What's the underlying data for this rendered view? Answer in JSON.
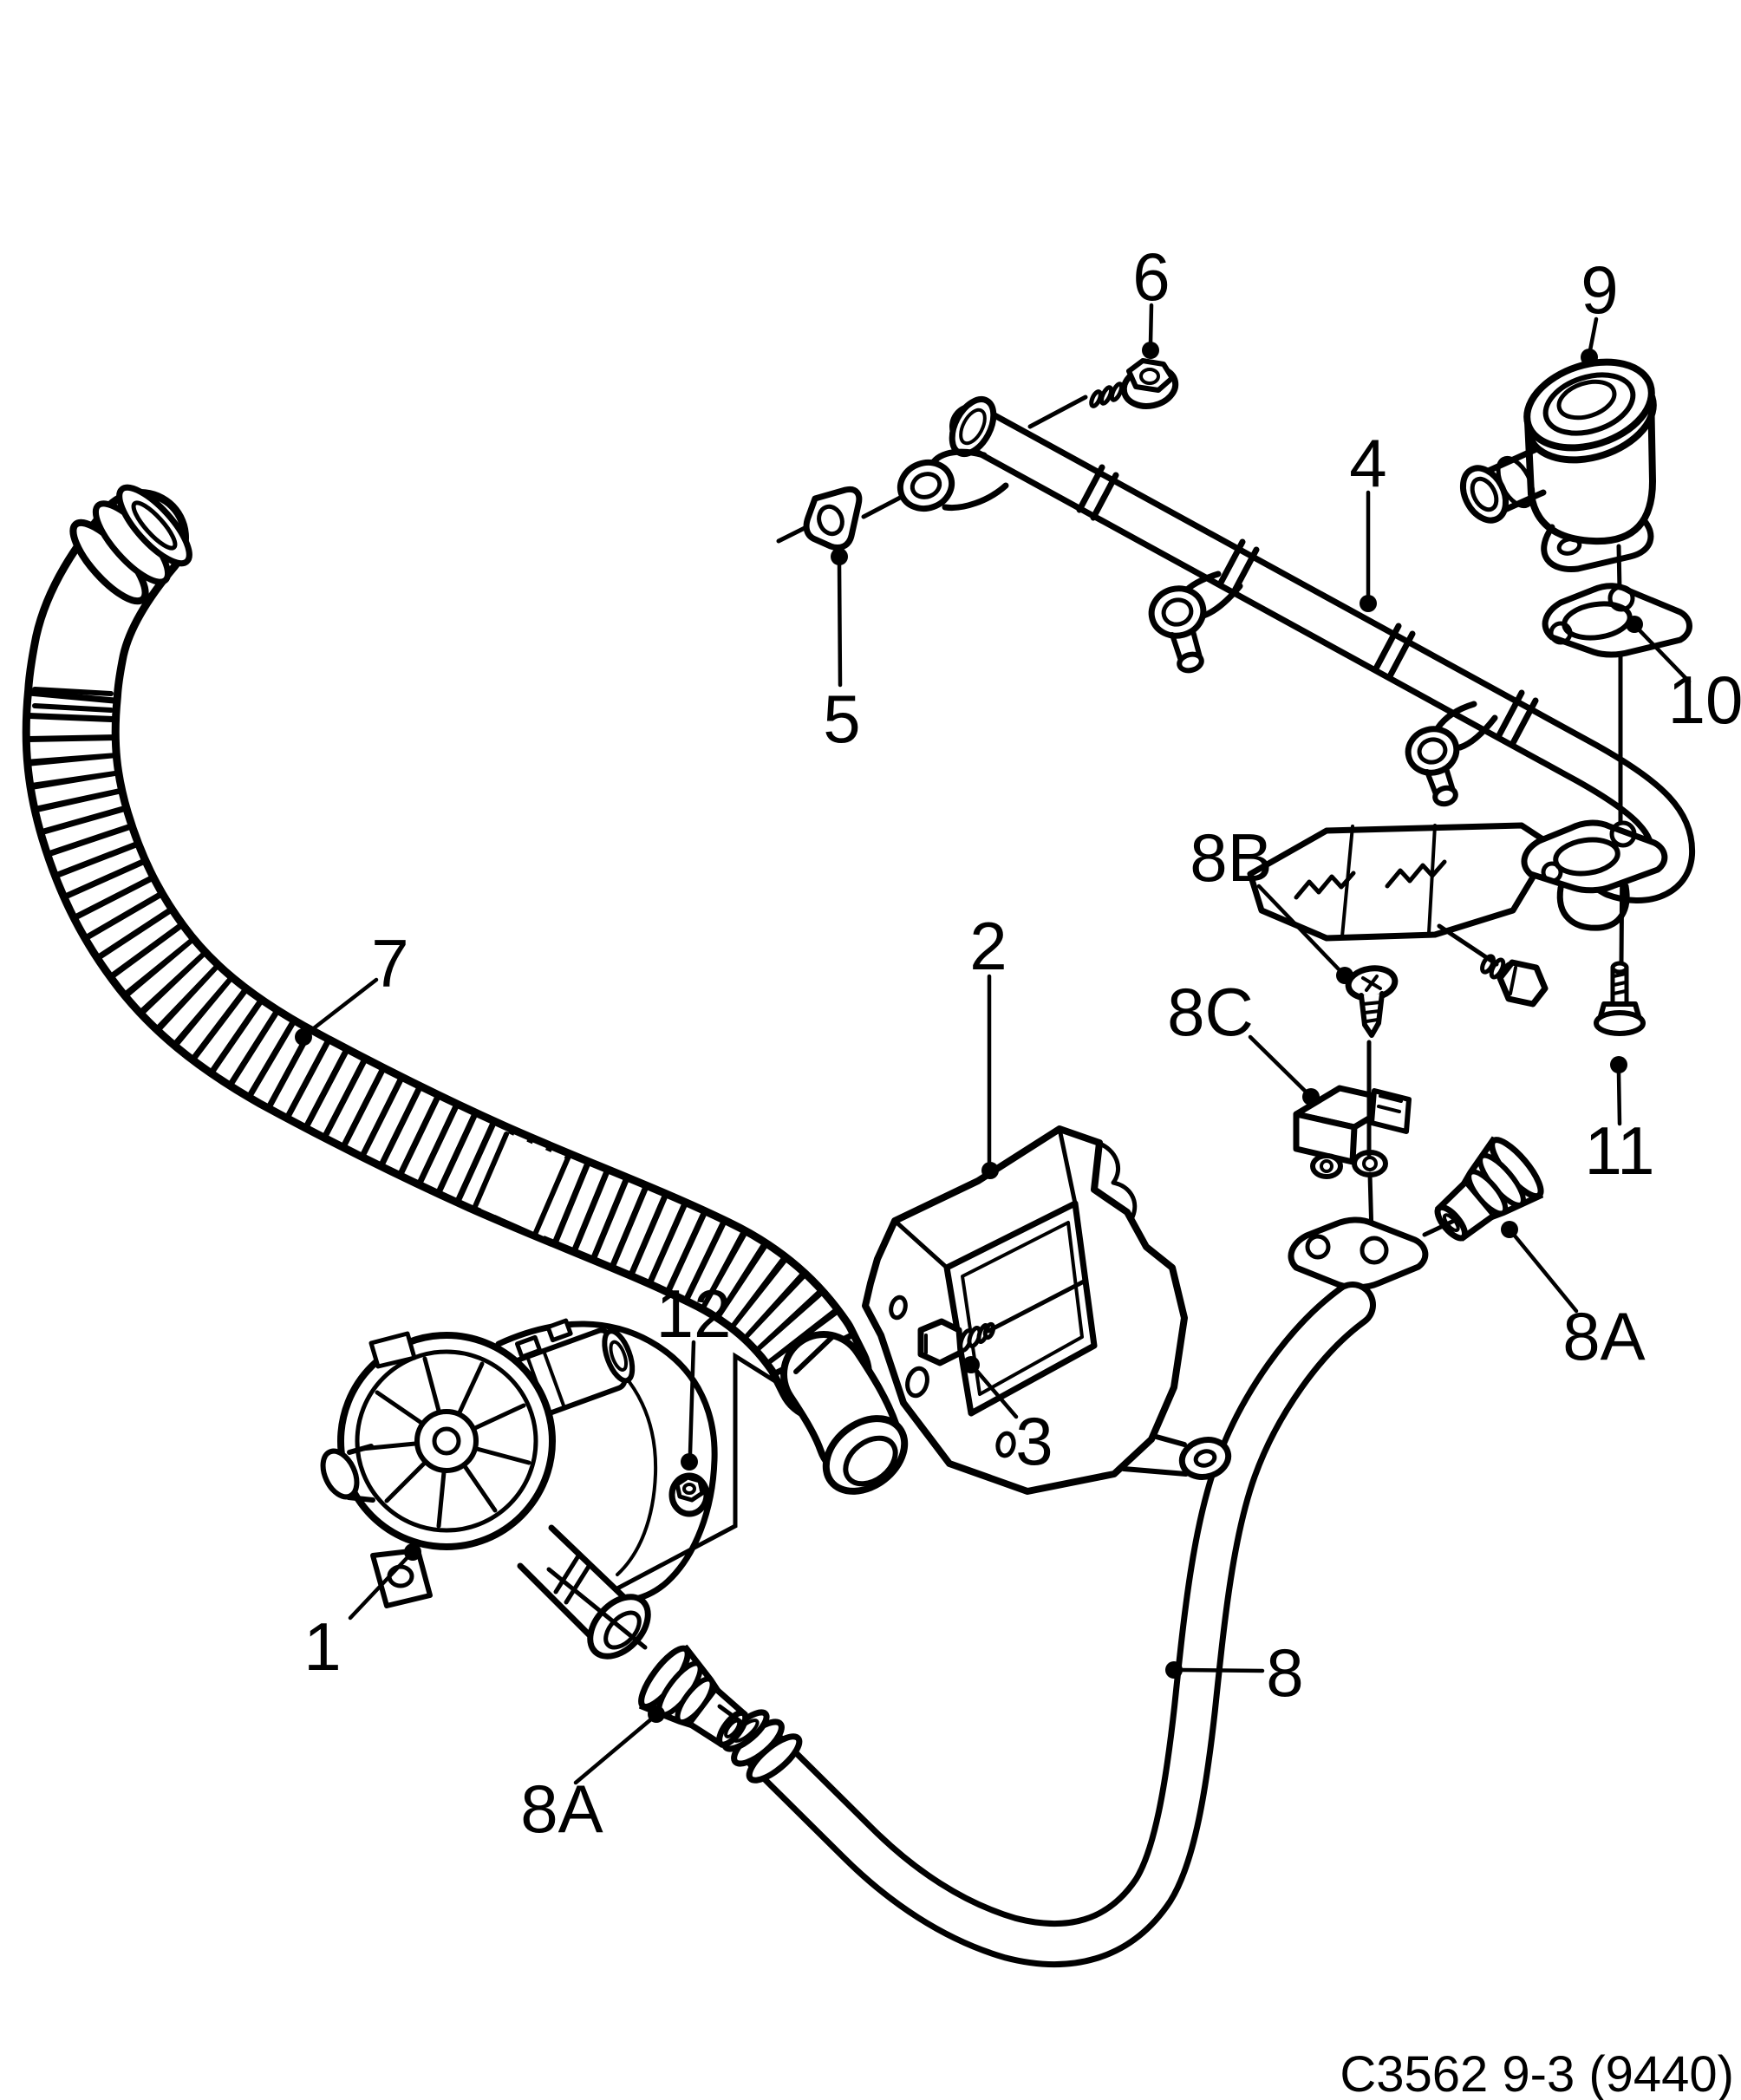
{
  "diagram": {
    "caption": "C3562 9-3 (9440)",
    "ink_color": "#000000",
    "paper_color": "#ffffff",
    "labels": {
      "p1": "1",
      "p2": "2",
      "p3": "3",
      "p4": "4",
      "p5": "5",
      "p6": "6",
      "p7": "7",
      "p8": "8",
      "p8a_left": "8A",
      "p8a_right": "8A",
      "p8b": "8B",
      "p8c": "8C",
      "p9": "9",
      "p10": "10",
      "p11": "11",
      "p12": "12"
    }
  }
}
